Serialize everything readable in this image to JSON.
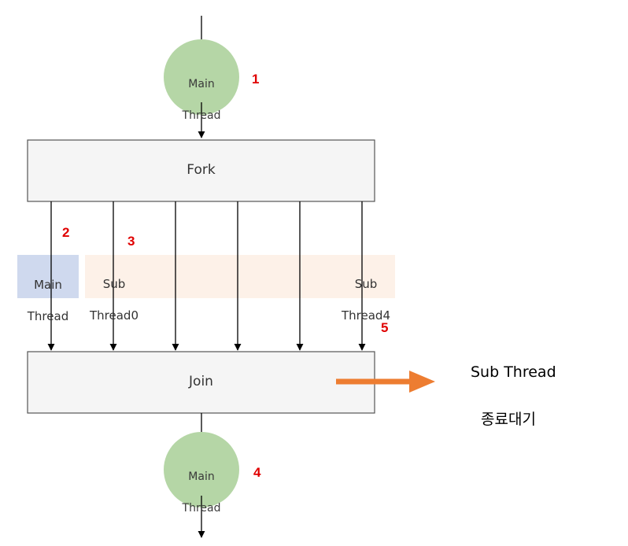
{
  "nodes": {
    "top_circle": {
      "line1": "Main",
      "line2": "Thread"
    },
    "fork_box": {
      "label": "Fork"
    },
    "main_thread_label": {
      "line1": "Main",
      "line2": "Thread"
    },
    "sub_thread0_label": {
      "line1": "Sub",
      "line2": "Thread0"
    },
    "sub_thread4_label": {
      "line1": "Sub",
      "line2": "Thread4"
    },
    "join_box": {
      "label": "Join"
    },
    "bottom_circle": {
      "line1": "Main",
      "line2": "Thread"
    }
  },
  "steps": [
    "1",
    "2",
    "3",
    "4",
    "5"
  ],
  "note": {
    "line1": "Sub Thread",
    "line2": "종료대기"
  },
  "colors": {
    "circle_fill": "#b5d6a6",
    "box_fill": "#f5f5f5",
    "box_stroke": "#555555",
    "main_label_bg": "#cfd9ee",
    "sub_label_bg": "#fdf1e8",
    "arrow_orange": "#ed7d31",
    "step_red": "#e00000"
  }
}
